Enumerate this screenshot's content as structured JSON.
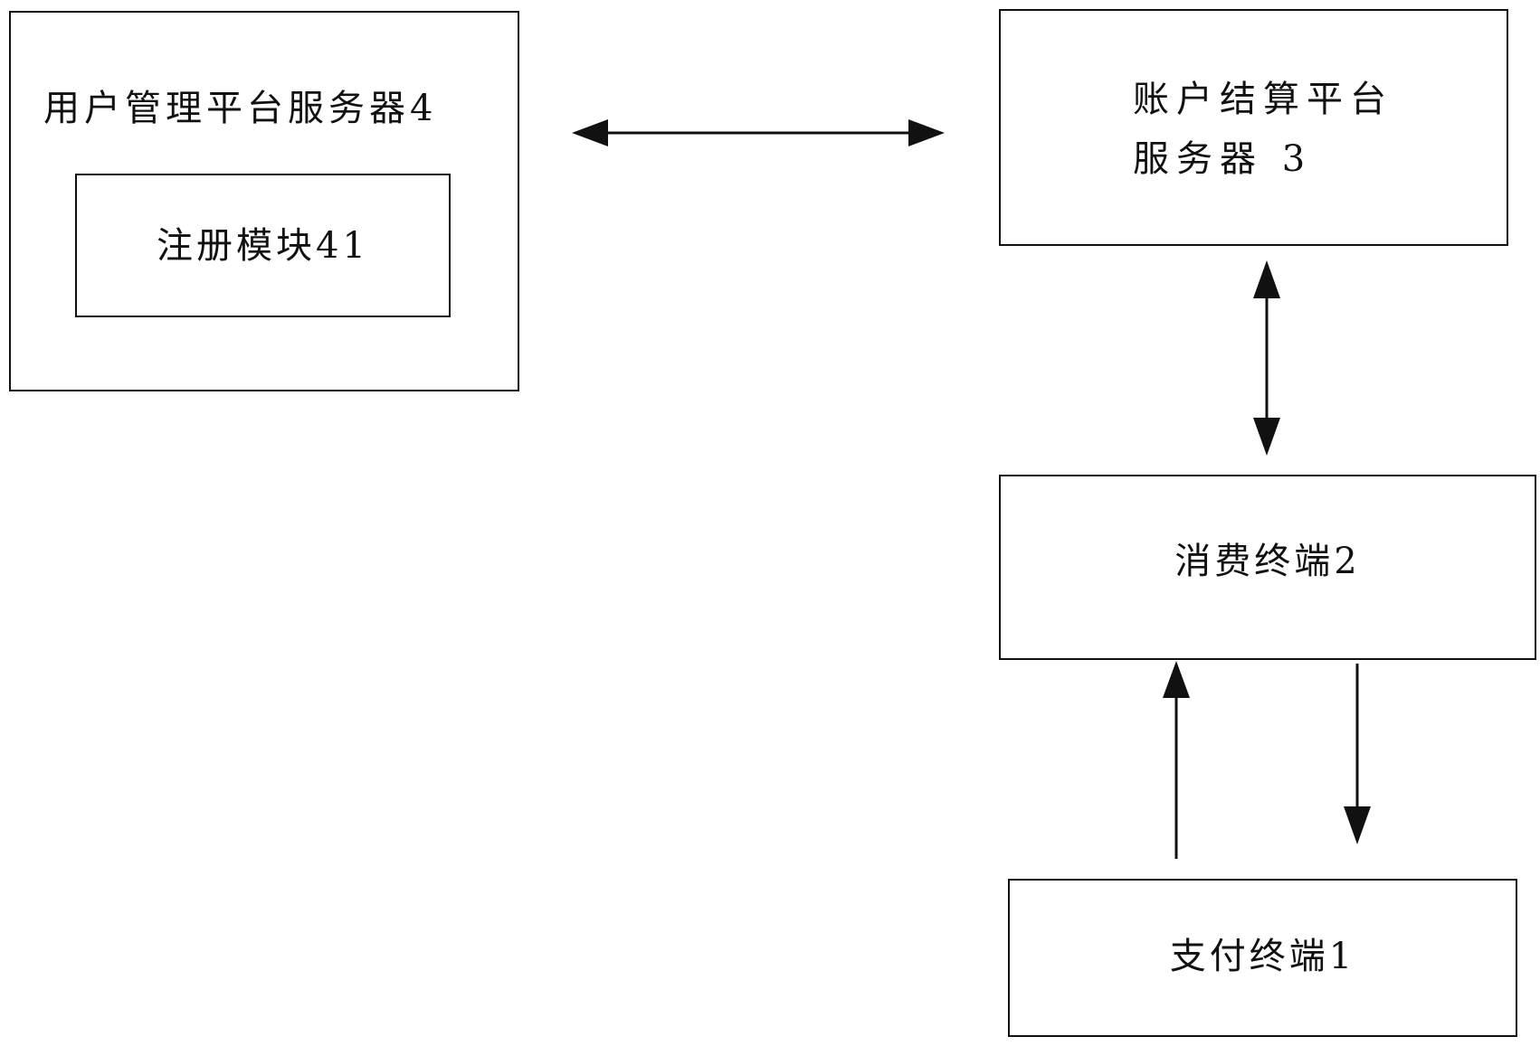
{
  "nodes": {
    "user_mgmt_server": {
      "label": "用户管理平台服务器4"
    },
    "register_module": {
      "label": "注册模块41"
    },
    "account_settlement_server": {
      "label_line1": "账户结算平台",
      "label_line2": "服务器 3"
    },
    "consumer_terminal": {
      "label": "消费终端2"
    },
    "payment_terminal": {
      "label": "支付终端1"
    }
  },
  "edges": [
    {
      "from": "user_mgmt_server",
      "to": "account_settlement_server",
      "direction": "bidirectional"
    },
    {
      "from": "account_settlement_server",
      "to": "consumer_terminal",
      "direction": "bidirectional"
    },
    {
      "from": "payment_terminal",
      "to": "consumer_terminal",
      "direction": "forward"
    },
    {
      "from": "consumer_terminal",
      "to": "payment_terminal",
      "direction": "forward"
    }
  ],
  "colors": {
    "stroke": "#111111",
    "background": "#ffffff"
  }
}
